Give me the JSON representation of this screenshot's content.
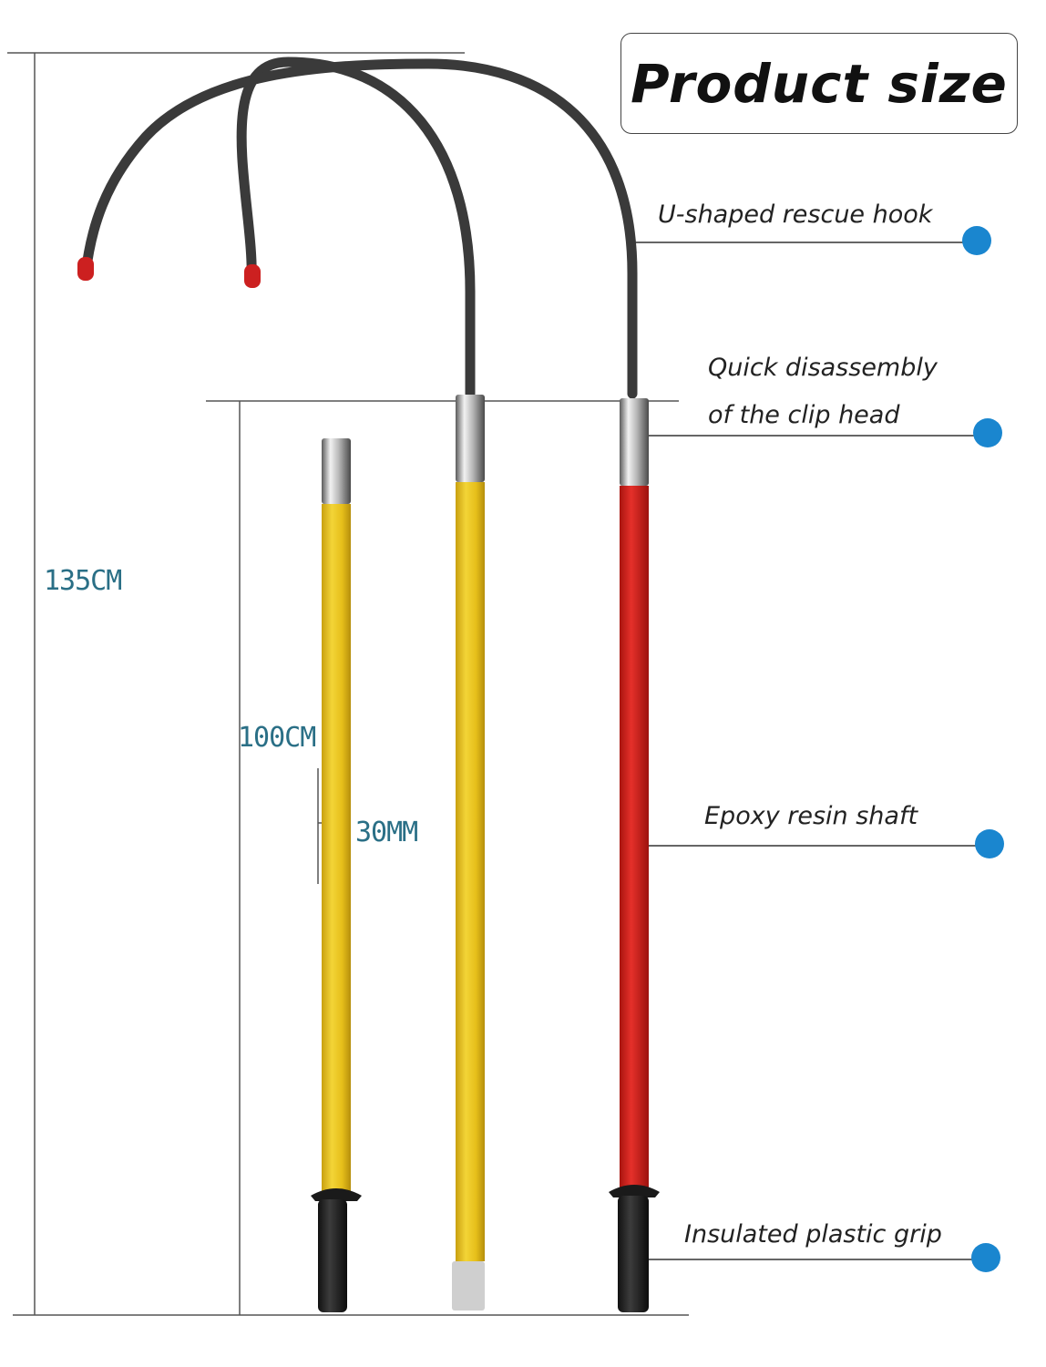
{
  "title": "Product size",
  "callouts": [
    {
      "id": "hook",
      "text": "U-shaped rescue hook"
    },
    {
      "id": "clip_line1",
      "text": "Quick disassembly"
    },
    {
      "id": "clip_line2",
      "text": "of the clip head"
    },
    {
      "id": "shaft",
      "text": "Epoxy resin shaft"
    },
    {
      "id": "grip",
      "text": "Insulated plastic grip"
    }
  ],
  "dimensions": {
    "total_length": "135CM",
    "rod_length": "100CM",
    "diameter": "30MM"
  },
  "colors": {
    "callout_dot": "#1a86cf",
    "dimension_text": "#2a6f86",
    "yellow_rod": "#e8c21c",
    "red_rod": "#d8231c",
    "hook_cable": "#3a3a3a"
  }
}
